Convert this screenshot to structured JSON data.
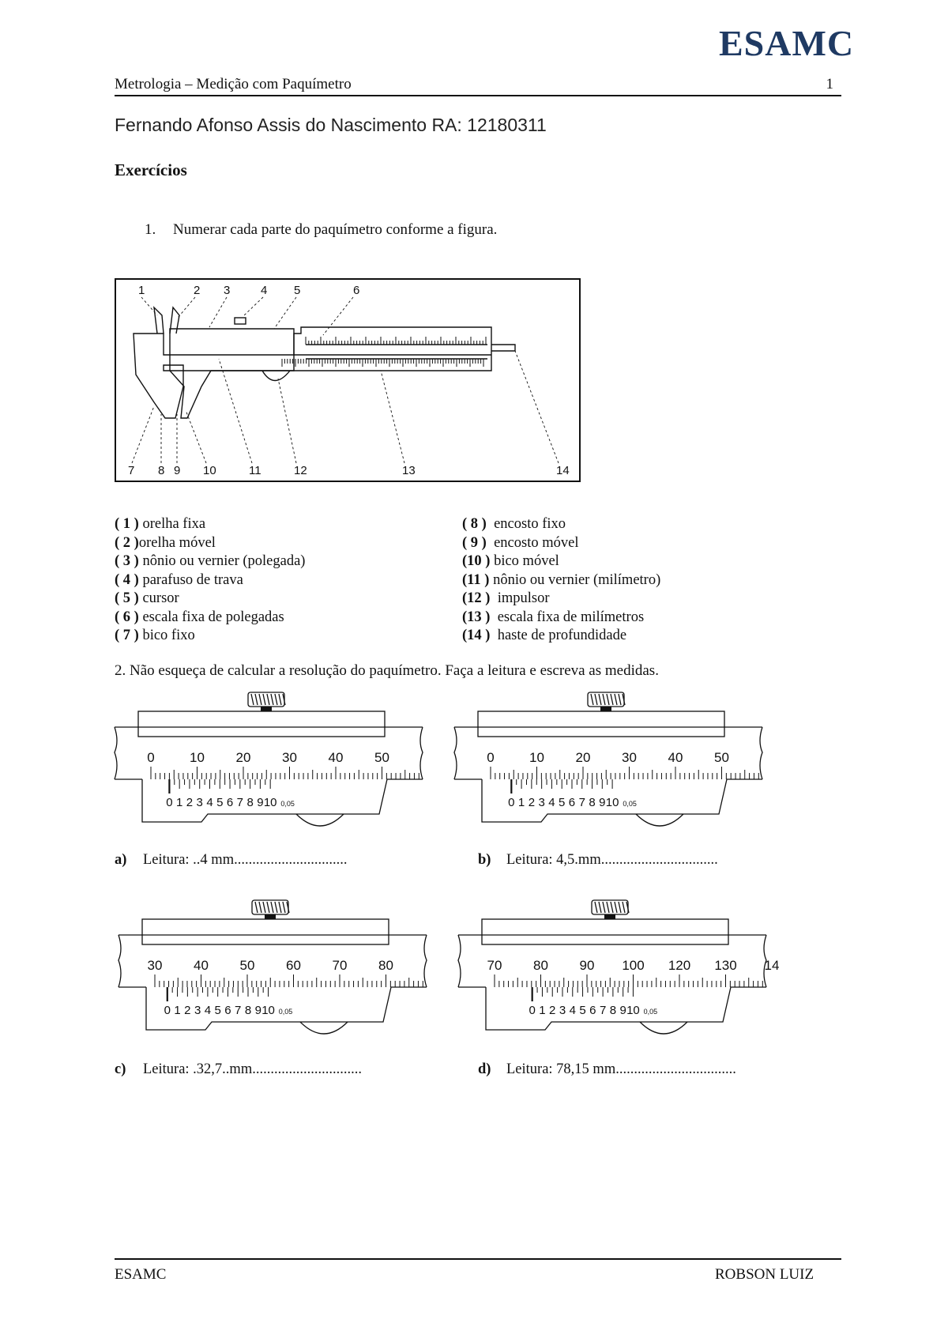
{
  "logo": "ESAMC",
  "header": {
    "title": "Metrologia – Medição com Paquímetro",
    "page": "1"
  },
  "student_line": "Fernando Afonso Assis do Nascimento RA: 12180311",
  "section_title": "Exercícios",
  "q1": {
    "num": "1.",
    "text": "Numerar cada parte do paquímetro conforme a figura."
  },
  "figure_numbers": [
    "1",
    "2",
    "3",
    "4",
    "5",
    "6",
    "7",
    "8",
    "9",
    "10",
    "11",
    "12",
    "13",
    "14"
  ],
  "legend_left": [
    {
      "n": "( 1 )",
      "t": " orelha fixa"
    },
    {
      "n": "( 2 )",
      "t": "orelha móvel"
    },
    {
      "n": "( 3 )",
      "t": " nônio ou vernier (polegada)"
    },
    {
      "n": "( 4 )",
      "t": " parafuso de trava"
    },
    {
      "n": "( 5 )",
      "t": " cursor"
    },
    {
      "n": "( 6 )",
      "t": " escala fixa de polegadas"
    },
    {
      "n": "( 7 )",
      "t": " bico fixo"
    }
  ],
  "legend_right": [
    {
      "n": "( 8 )",
      "t": "  encosto fixo"
    },
    {
      "n": "( 9 )",
      "t": "  encosto móvel"
    },
    {
      "n": "(10 )",
      "t": " bico móvel"
    },
    {
      "n": "(11 )",
      "t": " nônio ou vernier (milímetro)"
    },
    {
      "n": "(12  )",
      "t": "  impulsor"
    },
    {
      "n": "(13  )",
      "t": "  escala fixa de milímetros"
    },
    {
      "n": "(14  )",
      "t": "  haste de profundidade"
    }
  ],
  "q2_text": "2. Não esqueça de calcular a resolução do paquímetro. Faça a leitura e escreva as medidas.",
  "vernier_labels": [
    "0",
    "1",
    "2",
    "3",
    "4",
    "5",
    "6",
    "7",
    "8",
    "9",
    "10"
  ],
  "vernier_unit": "0,05",
  "calipers": [
    {
      "letter": "a)",
      "reading": "Leitura: ..4 mm...............................",
      "scale": [
        "0",
        "10",
        "20",
        "30",
        "40",
        "50"
      ],
      "start": 0,
      "zero_mm": 4
    },
    {
      "letter": "b)",
      "reading": "Leitura: 4,5.mm................................",
      "scale": [
        "0",
        "10",
        "20",
        "30",
        "40",
        "50"
      ],
      "start": 0,
      "zero_mm": 4.5
    },
    {
      "letter": "c)",
      "reading": "Leitura: .32,7..mm..............................",
      "scale": [
        "30",
        "40",
        "50",
        "60",
        "70",
        "80"
      ],
      "start": 30,
      "zero_mm": 32.7
    },
    {
      "letter": "d)",
      "reading": "Leitura: 78,15 mm.................................",
      "scale": [
        "70",
        "80",
        "90",
        "100",
        "120",
        "130",
        "14"
      ],
      "start": 70,
      "zero_mm": 78.15
    }
  ],
  "footer": {
    "left": "ESAMC",
    "right": "ROBSON LUIZ"
  }
}
